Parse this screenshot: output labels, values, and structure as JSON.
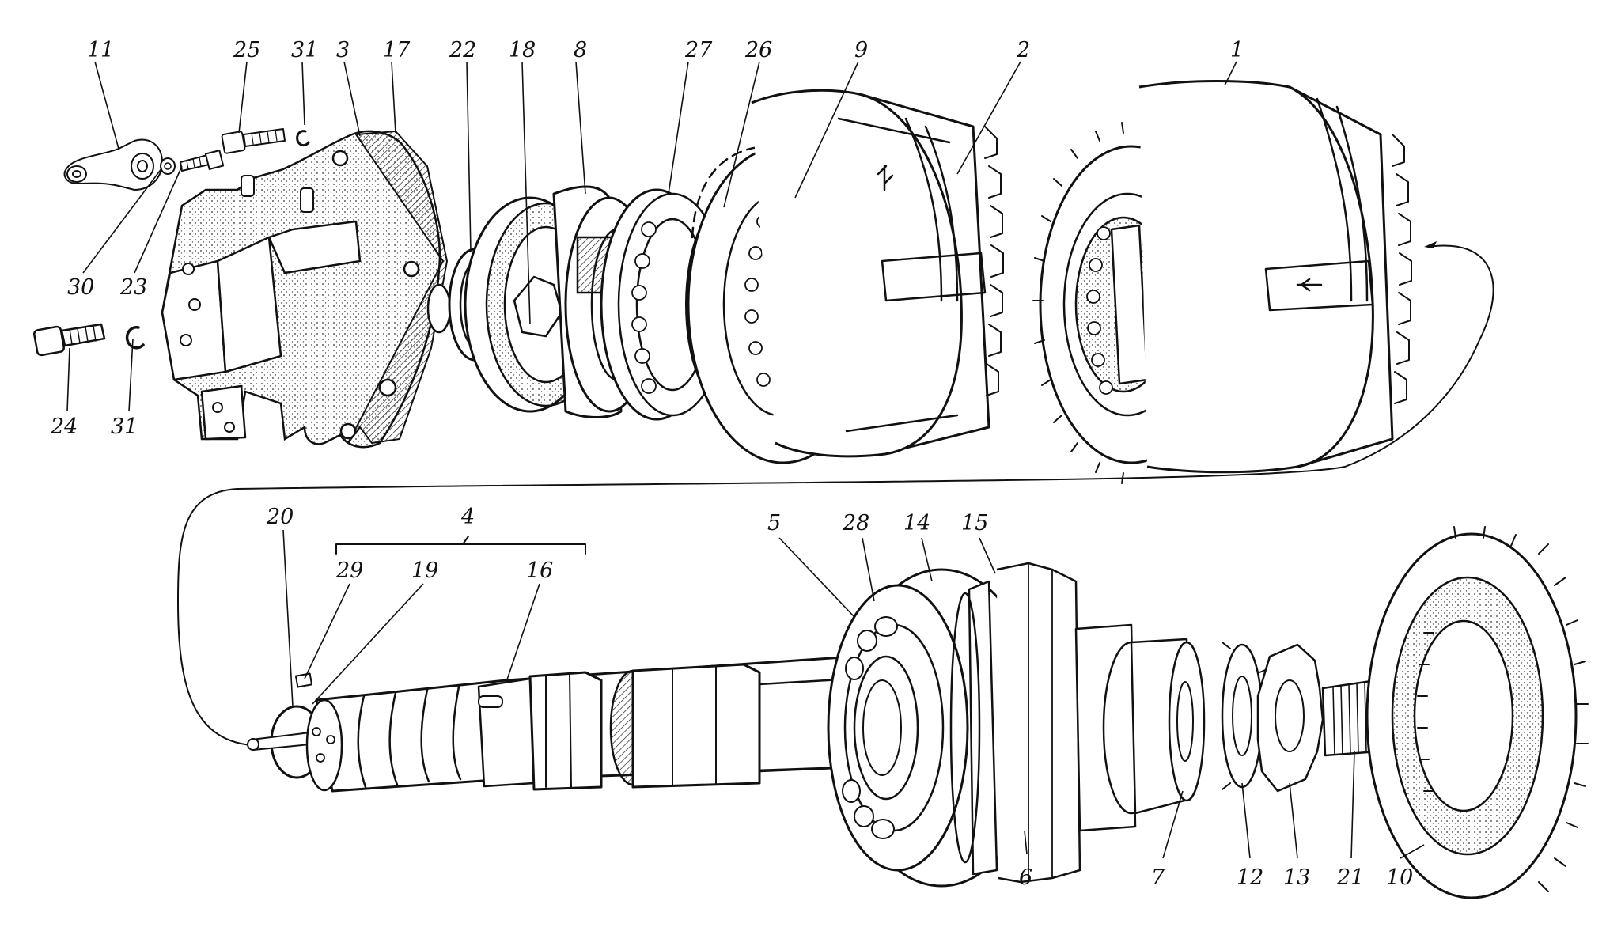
{
  "labels": {
    "l11": "11",
    "l25": "25",
    "l31a": "31",
    "l3": "3",
    "l17": "17",
    "l22": "22",
    "l18": "18",
    "l8": "8",
    "l27": "27",
    "l26": "26",
    "l9": "9",
    "l2": "2",
    "l1": "1",
    "l30": "30",
    "l23": "23",
    "l24": "24",
    "l31b": "31",
    "l20": "20",
    "l4": "4",
    "l29": "29",
    "l19": "19",
    "l16": "16",
    "l5": "5",
    "l28": "28",
    "l14": "14",
    "l15": "15",
    "l6": "6",
    "l7": "7",
    "l12": "12",
    "l13": "13",
    "l21": "21",
    "l10": "10"
  }
}
